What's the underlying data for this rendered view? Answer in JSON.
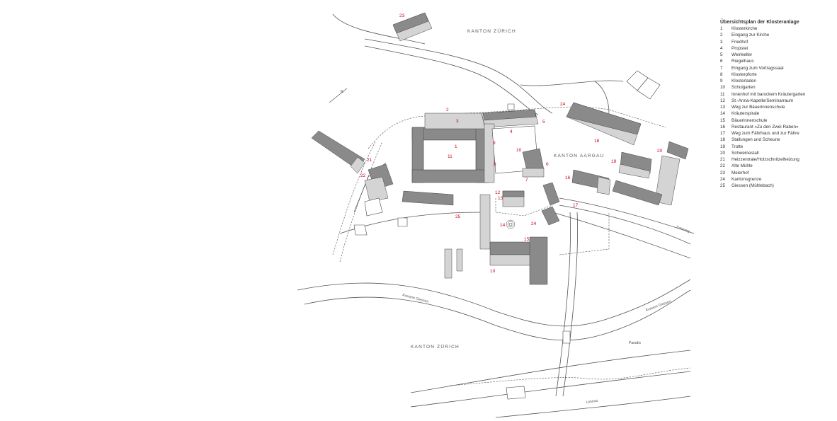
{
  "legend": {
    "title": "Übersichtsplan der Klosteranlage",
    "items": [
      {
        "num": "1",
        "label": "Klosterkirche"
      },
      {
        "num": "2",
        "label": "Eingang zur Kirche"
      },
      {
        "num": "3",
        "label": "Friedhof"
      },
      {
        "num": "4",
        "label": "Propstei"
      },
      {
        "num": "5",
        "label": "Weinkeller"
      },
      {
        "num": "6",
        "label": "Riegelhaus"
      },
      {
        "num": "7",
        "label": "Eingang zum Vortragssaal"
      },
      {
        "num": "8",
        "label": "Klosterpforte"
      },
      {
        "num": "9",
        "label": "Klosterladen"
      },
      {
        "num": "10",
        "label": "Schulgarten"
      },
      {
        "num": "11",
        "label": "Innenhof mit barockem Kräutergarten"
      },
      {
        "num": "12",
        "label": "St.-Anna-Kapelle/Seminarraum"
      },
      {
        "num": "13",
        "label": "Weg zur Bäuerinnenschule"
      },
      {
        "num": "14",
        "label": "Kräuterspirale"
      },
      {
        "num": "15",
        "label": "Bäuerinnenschule"
      },
      {
        "num": "16",
        "label": "Restaurant «Zu den Zwei Raben»"
      },
      {
        "num": "17",
        "label": "Weg zum Fährhaus und zur Fähre"
      },
      {
        "num": "18",
        "label": "Stallungen und Scheune"
      },
      {
        "num": "19",
        "label": "Trotte"
      },
      {
        "num": "20",
        "label": "Schweinestall"
      },
      {
        "num": "21",
        "label": "Heizzentrale/Holzschnitzelheizung"
      },
      {
        "num": "22",
        "label": "Alte Mühle"
      },
      {
        "num": "23",
        "label": "Meierhof"
      },
      {
        "num": "24",
        "label": "Kantonsgrenze"
      },
      {
        "num": "25",
        "label": "Giessen (Mühlebach)"
      }
    ]
  },
  "regions": {
    "zurich_north": "KANTON ZÜRICH",
    "aargau": "KANTON AARGAU",
    "zurich_south": "KANTON ZÜRICH"
  },
  "water": {
    "aeussere_giessen_left": "Äussere Giessen",
    "aeussere_giessen_right": "Äussere Giessen",
    "limmat": "Limmat",
    "paradis": "Paradis",
    "road_east": "Fahrweg"
  },
  "markers": {
    "m1": "1",
    "m2": "2",
    "m3": "3",
    "m4": "4",
    "m5": "5",
    "m6": "6",
    "m7": "7",
    "m8": "8",
    "m9": "9",
    "m10a": "10",
    "m10b": "10",
    "m11": "11",
    "m12": "12",
    "m13": "13",
    "m14": "14",
    "m15": "15",
    "m16": "16",
    "m17": "17",
    "m18": "18",
    "m19": "19",
    "m20": "20",
    "m21": "21",
    "m22": "22",
    "m23": "23",
    "m24a": "24",
    "m24b": "24",
    "m25": "25"
  },
  "compass": {
    "north": "N"
  },
  "colors": {
    "marker_red": "#d0021b",
    "building_dark": "#8a8a8a",
    "building_light": "#d4d4d4"
  }
}
